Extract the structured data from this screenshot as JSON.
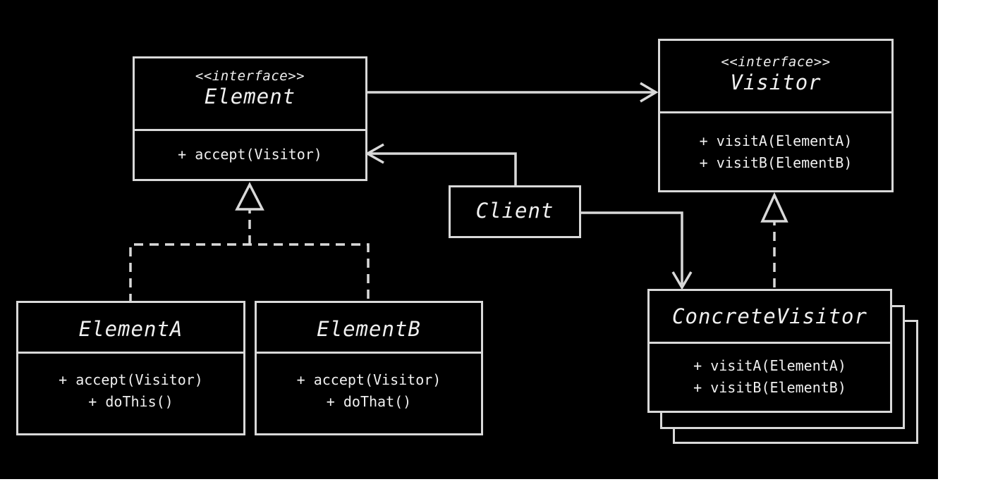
{
  "diagram": {
    "element": {
      "stereotype": "<<interface>>",
      "name": "Element",
      "methods": [
        "+ accept(Visitor)"
      ]
    },
    "visitor": {
      "stereotype": "<<interface>>",
      "name": "Visitor",
      "methods": [
        "+ visitA(ElementA)",
        "+ visitB(ElementB)"
      ]
    },
    "client": {
      "name": "Client"
    },
    "element_a": {
      "name": "ElementA",
      "methods": [
        "+ accept(Visitor)",
        "+ doThis()"
      ]
    },
    "element_b": {
      "name": "ElementB",
      "methods": [
        "+ accept(Visitor)",
        "+ doThat()"
      ]
    },
    "concrete_visitor": {
      "name": "ConcreteVisitor",
      "methods": [
        "+ visitA(ElementA)",
        "+ visitB(ElementB)"
      ]
    }
  },
  "colors": {
    "background": "#000000",
    "stroke": "#d9d9d9",
    "text": "#f0f0f0"
  }
}
